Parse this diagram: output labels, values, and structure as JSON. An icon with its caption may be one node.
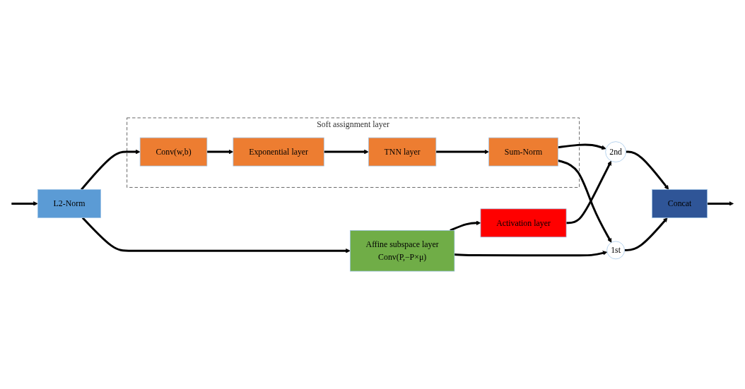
{
  "diagram": {
    "nodes": [
      {
        "text": [
          "Soft assignment layer"
        ]
      },
      {
        "text": [
          "Conv(w,b)"
        ],
        "in": 0
      },
      {
        "text": [
          "Exponential layer"
        ],
        "in": 0
      },
      {
        "text": [
          "TNN layer"
        ],
        "in": 0
      },
      {
        "text": [
          "Sum-Norm"
        ],
        "in": 0
      },
      {
        "text": [
          "L2-Norm"
        ]
      },
      {
        "text": [
          "Affine subspace layer",
          "Conv(P,−P×μ)"
        ]
      },
      {
        "text": [
          "Activation layer"
        ]
      },
      {
        "text": [
          "2nd"
        ]
      },
      {
        "text": [
          "1st"
        ]
      },
      {
        "text": [
          "Concat"
        ]
      }
    ],
    "edges": [
      {
        "from": null,
        "to": 5,
        "arrow": "to"
      },
      {
        "from": 5,
        "to": 1,
        "arrow": "to"
      },
      {
        "from": 1,
        "to": 2,
        "arrow": "to"
      },
      {
        "from": 2,
        "to": 3,
        "arrow": "to"
      },
      {
        "from": 3,
        "to": 4,
        "arrow": "to"
      },
      {
        "from": 5,
        "to": 6,
        "arrow": "to"
      },
      {
        "from": 6,
        "to": 7,
        "arrow": "to"
      },
      {
        "from": 4,
        "to": 8,
        "arrow": "to"
      },
      {
        "from": 7,
        "to": 8,
        "arrow": "to"
      },
      {
        "from": 4,
        "to": 9,
        "arrow": "to"
      },
      {
        "from": 6,
        "to": 9,
        "arrow": "to"
      },
      {
        "from": 8,
        "to": 10,
        "arrow": "to"
      },
      {
        "from": 9,
        "to": 10,
        "arrow": "to"
      },
      {
        "from": 10,
        "to": null,
        "arrow": "to"
      }
    ]
  }
}
